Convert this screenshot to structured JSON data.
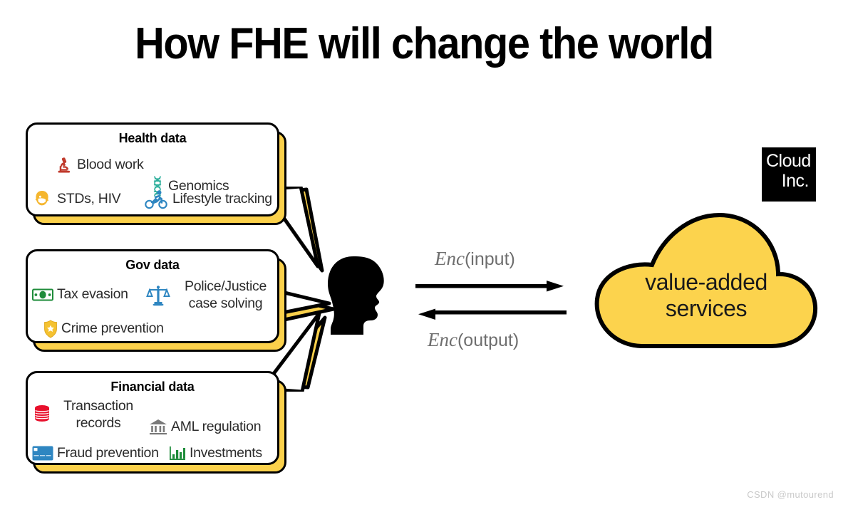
{
  "slide": {
    "title": "How FHE will change the world",
    "watermark": "CSDN @mutourend"
  },
  "colors": {
    "accent_yellow": "#FBD14B",
    "cloud_yellow": "#FCD34D",
    "outline_black": "#000000",
    "text_gray": "#6e6e6e",
    "watermark_gray": "#c9c9c9",
    "icon_red": "#C0392B",
    "icon_teal": "#2BAE9B",
    "icon_blue": "#2E86C1",
    "icon_green": "#1E8C3A",
    "icon_amber": "#F5B62E",
    "icon_db_red": "#E8112D",
    "icon_gray": "#7a7a7a"
  },
  "boxes": [
    {
      "title": "Health data",
      "items": [
        {
          "label": "Blood work",
          "icon": "microscope-icon"
        },
        {
          "label": "Genomics",
          "icon": "dna-icon"
        },
        {
          "label": "STDs, HIV",
          "icon": "masked-face-icon"
        },
        {
          "label": "Lifestyle tracking",
          "icon": "cyclist-icon"
        }
      ]
    },
    {
      "title": "Gov data",
      "items": [
        {
          "label": "Tax evasion",
          "icon": "banknote-icon"
        },
        {
          "label": "Police/Justice case solving",
          "icon": "scales-icon"
        },
        {
          "label": "Crime prevention",
          "icon": "police-badge-icon"
        }
      ]
    },
    {
      "title": "Financial data",
      "items": [
        {
          "label": "Transaction records",
          "icon": "database-icon"
        },
        {
          "label": "AML regulation",
          "icon": "bank-icon"
        },
        {
          "label": "Fraud prevention",
          "icon": "credit-card-icon"
        },
        {
          "label": "Investments",
          "icon": "bar-chart-icon"
        }
      ]
    }
  ],
  "flow": {
    "to_cloud": {
      "fn": "Enc",
      "arg": "(input)"
    },
    "from_cloud": {
      "fn": "Enc",
      "arg": "(output)"
    }
  },
  "cloud": {
    "line1": "value-added",
    "line2": "services",
    "badge_line1": "Cloud",
    "badge_line2": "Inc."
  },
  "person": {
    "icon": "head-silhouette-icon"
  }
}
